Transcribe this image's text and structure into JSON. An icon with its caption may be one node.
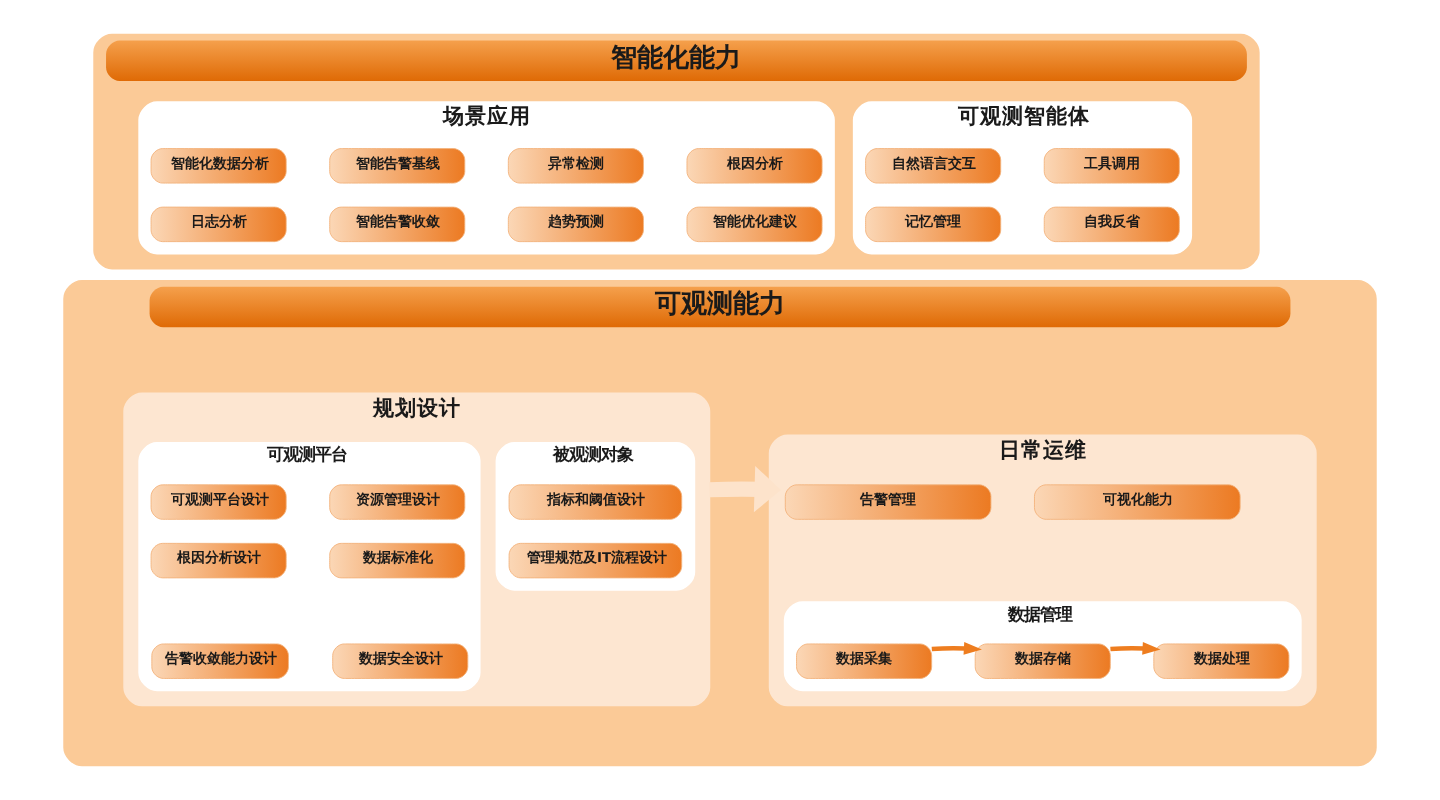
{
  "diagram": {
    "nodes": [
      {
        "text": [
          "智能化能力"
        ]
      },
      {
        "text": [
          "场景应用"
        ],
        "in": 0
      },
      {
        "text": [
          "智能化数据分析"
        ],
        "in": 1
      },
      {
        "text": [
          "智能告警基线"
        ],
        "in": 1
      },
      {
        "text": [
          "异常检测"
        ],
        "in": 1
      },
      {
        "text": [
          "根因分析"
        ],
        "in": 1
      },
      {
        "text": [
          "日志分析"
        ],
        "in": 1
      },
      {
        "text": [
          "智能告警收敛"
        ],
        "in": 1
      },
      {
        "text": [
          "趋势预测"
        ],
        "in": 1
      },
      {
        "text": [
          "智能优化建议"
        ],
        "in": 1
      },
      {
        "text": [
          "可观测智能体"
        ],
        "in": 0
      },
      {
        "text": [
          "自然语言交互"
        ],
        "in": 10
      },
      {
        "text": [
          "工具调用"
        ],
        "in": 10
      },
      {
        "text": [
          "记忆管理"
        ],
        "in": 10
      },
      {
        "text": [
          "自我反省"
        ],
        "in": 10
      },
      {
        "text": [
          "可观测能力"
        ]
      },
      {
        "text": [
          "规划设计"
        ],
        "in": 15
      },
      {
        "text": [
          "可观测平台"
        ],
        "in": 16
      },
      {
        "text": [
          "可观测平台设计"
        ],
        "in": 17
      },
      {
        "text": [
          "资源管理设计"
        ],
        "in": 17
      },
      {
        "text": [
          "根因分析设计"
        ],
        "in": 17
      },
      {
        "text": [
          "数据标准化"
        ],
        "in": 17
      },
      {
        "text": [
          "告警收敛能力设计"
        ],
        "in": 17
      },
      {
        "text": [
          "数据安全设计"
        ],
        "in": 17
      },
      {
        "text": [
          "被观测对象"
        ],
        "in": 16
      },
      {
        "text": [
          "指标和阈值设计"
        ],
        "in": 24
      },
      {
        "text": [
          "管理规范及IT流程设计"
        ],
        "in": 24
      },
      {
        "text": [
          "日常运维"
        ],
        "in": 15
      },
      {
        "text": [
          "告警管理"
        ],
        "in": 27
      },
      {
        "text": [
          "可视化能力"
        ],
        "in": 27
      },
      {
        "text": [
          "数据管理"
        ],
        "in": 27
      },
      {
        "text": [
          "数据采集"
        ],
        "in": 30
      },
      {
        "text": [
          "数据存储"
        ],
        "in": 30
      },
      {
        "text": [
          "数据处理"
        ],
        "in": 30
      }
    ],
    "edges": [
      {
        "from": 16,
        "to": 27,
        "arrow": "to",
        "style": "thick",
        "color": "#fde3cb"
      },
      {
        "from": 31,
        "to": 32,
        "arrow": "to"
      },
      {
        "from": 32,
        "to": 33,
        "arrow": "to"
      }
    ]
  }
}
